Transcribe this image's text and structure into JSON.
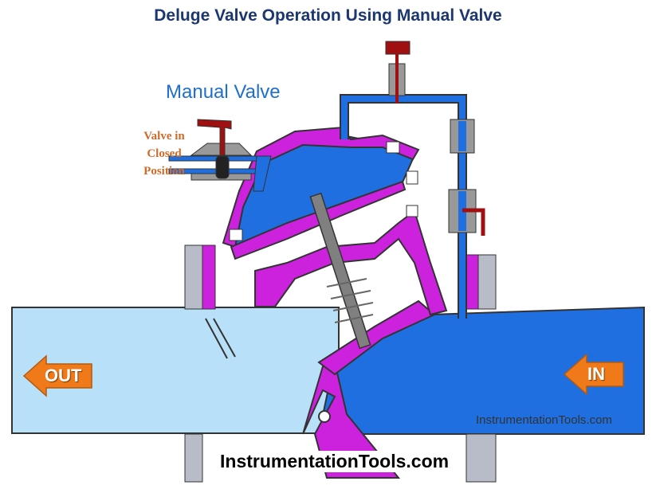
{
  "title": "Deluge Valve Operation Using Manual Valve",
  "labels": {
    "manual_valve": "Manual Valve",
    "valve_state": [
      "Valve in",
      "Closed",
      "Position"
    ],
    "out": "OUT",
    "in": "IN"
  },
  "watermarks": {
    "small": "InstrumentationTools.com",
    "large": "InstrumentationTools.com"
  },
  "colors": {
    "body": "#cc22dd",
    "pressurized_water": "#1f6fe0",
    "outlet_water": "#b8e0f8",
    "handle": "#a01010",
    "arrow": "#f07a1a",
    "title": "#1c3770"
  }
}
